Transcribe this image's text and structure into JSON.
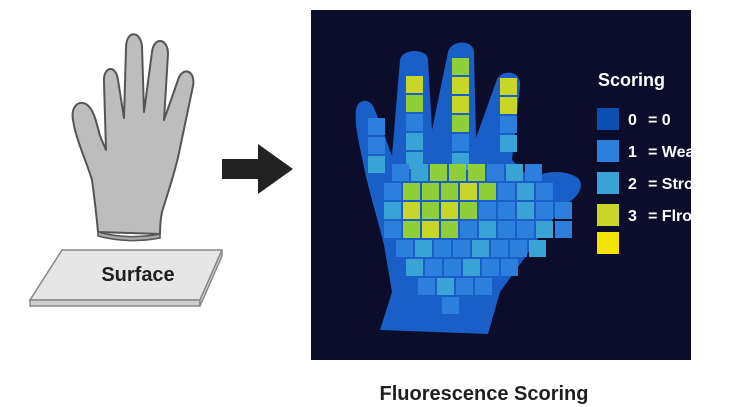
{
  "surface": {
    "label": "Surface"
  },
  "caption": "Fluorescence Scoring",
  "legend": {
    "title": "Scoring",
    "items": [
      {
        "score": "0",
        "text": "= 0",
        "color": "#0b4fb3"
      },
      {
        "score": "1",
        "text": "= Weak",
        "color": "#2c7fdd"
      },
      {
        "score": "2",
        "text": "= Strong",
        "color": "#3aa3d6"
      },
      {
        "score": "3",
        "text": "= Flroom",
        "color": "#c8d62a"
      },
      {
        "score": "",
        "text": "",
        "color": "#f2e400"
      }
    ]
  },
  "colors": {
    "panel_bg": "#0b0d2b",
    "hand_fill": "#1a5fc7",
    "glove_fill": "#bdbdbd",
    "glove_stroke": "#555555",
    "arrow": "#222222",
    "cell_score_1": "#2c7fdd",
    "cell_score_2": "#3aa3d6",
    "cell_score_3": "#8fcf3a",
    "cell_score_4": "#c8d62a"
  }
}
